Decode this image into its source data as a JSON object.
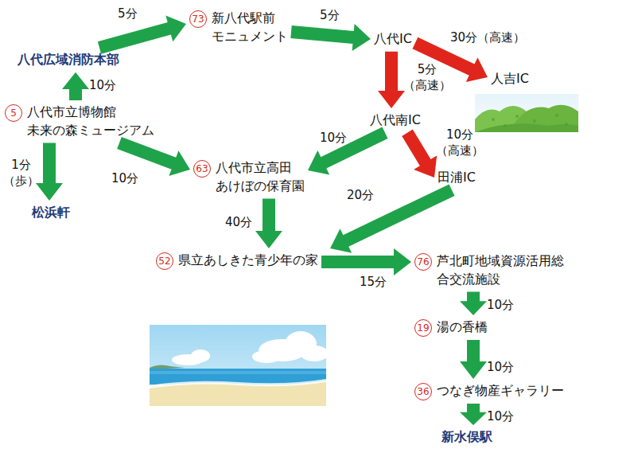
{
  "diagram": {
    "nodes": [
      {
        "text": [
          "八代広域消防本部"
        ]
      },
      {
        "text": [
          "73",
          "新八代駅前 モニュメント"
        ]
      },
      {
        "text": [
          "八代IC"
        ]
      },
      {
        "text": [
          "人吉IC"
        ]
      },
      {
        "text": [
          "5",
          "八代市立博物館 未来の森ミュージアム"
        ]
      },
      {
        "text": [
          "八代南IC"
        ]
      },
      {
        "text": [
          "松浜軒"
        ]
      },
      {
        "text": [
          "63",
          "八代市立高田 あけぼの保育園"
        ]
      },
      {
        "text": [
          "田浦IC"
        ]
      },
      {
        "text": [
          "52",
          "県立あしきた青少年の家"
        ]
      },
      {
        "text": [
          "76",
          "芦北町地域資源活用総 合交流施設"
        ]
      },
      {
        "text": [
          "19",
          "湯の香橋"
        ]
      },
      {
        "text": [
          "36",
          "つなぎ物産ギャラリー"
        ]
      },
      {
        "text": [
          "新水俣駅"
        ]
      }
    ],
    "edges": [
      {
        "from": 4,
        "to": 0,
        "arrow": "to",
        "label": "10分"
      },
      {
        "from": 0,
        "to": 1,
        "arrow": "to",
        "label": "5分"
      },
      {
        "from": 1,
        "to": 2,
        "arrow": "to",
        "label": "5分"
      },
      {
        "from": 2,
        "to": 3,
        "arrow": "to",
        "label": "30分（高速）"
      },
      {
        "from": 2,
        "to": 5,
        "arrow": "to",
        "label": "5分 （高速）"
      },
      {
        "from": 4,
        "to": 6,
        "arrow": "to",
        "label": "1分 （歩）"
      },
      {
        "from": 4,
        "to": 7,
        "arrow": "to",
        "label": "10分"
      },
      {
        "from": 5,
        "to": 7,
        "arrow": "to",
        "label": "10分"
      },
      {
        "from": 5,
        "to": 8,
        "arrow": "to",
        "label": "10分 （高速）"
      },
      {
        "from": 7,
        "to": 9,
        "arrow": "to",
        "label": "40分"
      },
      {
        "from": 8,
        "to": 9,
        "arrow": "to",
        "label": "20分"
      },
      {
        "from": 9,
        "to": 10,
        "arrow": "to",
        "label": "15分"
      },
      {
        "from": 10,
        "to": 11,
        "arrow": "to",
        "label": "10分"
      },
      {
        "from": 11,
        "to": 12,
        "arrow": "to",
        "label": "10分"
      },
      {
        "from": 12,
        "to": 13,
        "arrow": "to",
        "label": "10分"
      }
    ]
  }
}
